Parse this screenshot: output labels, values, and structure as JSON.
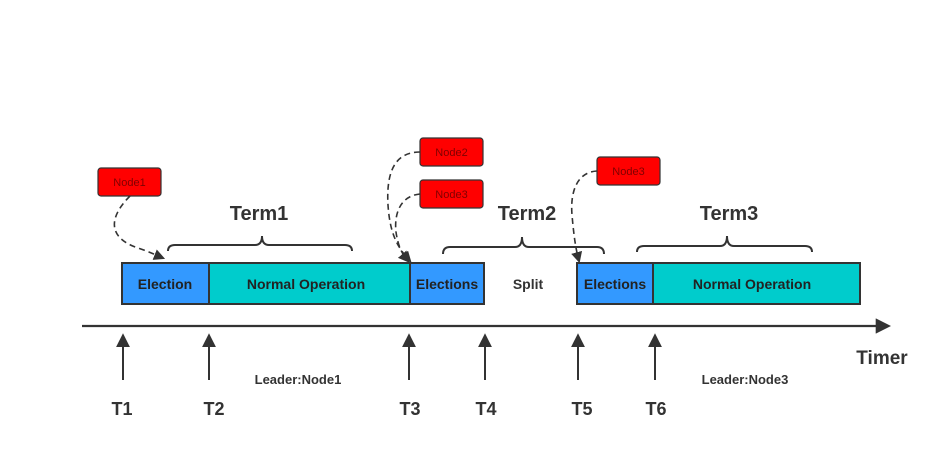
{
  "terms": [
    {
      "label": "Term1"
    },
    {
      "label": "Term2"
    },
    {
      "label": "Term3"
    }
  ],
  "phases": [
    {
      "label": "Election",
      "kind": "election"
    },
    {
      "label": "Normal Operation",
      "kind": "normal"
    },
    {
      "label": "Elections",
      "kind": "election"
    },
    {
      "label": "Elections",
      "kind": "election"
    },
    {
      "label": "Normal Operation",
      "kind": "normal"
    }
  ],
  "split_label": "Split",
  "candidate_nodes": [
    {
      "label": "Node1"
    },
    {
      "label": "Node2"
    },
    {
      "label": "Node3"
    },
    {
      "label": "Node3"
    }
  ],
  "timeline": {
    "label": "Timer",
    "markers": [
      "T1",
      "T2",
      "T3",
      "T4",
      "T5",
      "T6"
    ]
  },
  "leader_notes": [
    {
      "label": "Leader:Node1"
    },
    {
      "label": "Leader:Node3"
    }
  ],
  "colors": {
    "election": "#3399ff",
    "normal": "#00cccc",
    "node_box": "#ff0000",
    "node_text": "#800000",
    "stroke": "#333333"
  }
}
